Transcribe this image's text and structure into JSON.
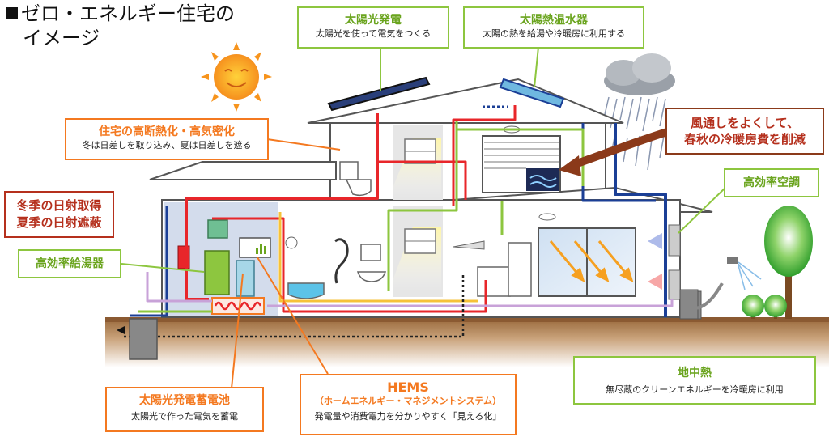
{
  "title": {
    "line1": "ゼロ・エネルギー住宅の",
    "line2": "イメージ"
  },
  "labels": {
    "solar_power": {
      "title": "太陽光発電",
      "desc": "太陽光を使って電気をつくる"
    },
    "solar_water": {
      "title": "太陽熱温水器",
      "desc": "太陽の熱を給湯や冷暖房に利用する"
    },
    "insulation": {
      "title": "住宅の高断熱化・高気密化",
      "desc": "冬は日差しを取り込み、夏は日差しを遮る"
    },
    "ventilation": {
      "line1": "風通しをよくして、",
      "line2": "春秋の冷暖房費を削減"
    },
    "sunlight": {
      "line1": "冬季の日射取得",
      "line2": "夏季の日射遮蔽"
    },
    "aircon": {
      "title": "高効率空調"
    },
    "water_heater": {
      "title": "高効率給湯器"
    },
    "geothermal": {
      "title": "地中熱",
      "desc": "無尽蔵のクリーンエネルギーを冷暖房に利用"
    },
    "hems": {
      "title": "HEMS",
      "subtitle": "（ホームエネルギー・マネジメントシステム）",
      "desc": "発電量や消費電力を分かりやすく「見える化」"
    },
    "battery": {
      "title": "太陽光発電蓄電池",
      "desc": "太陽光で作った電気を蓄電"
    }
  },
  "colors": {
    "green": "#8dc63f",
    "orange": "#f47920",
    "dark_red": "#b5301d",
    "pipe_red": "#e8262a",
    "pipe_blue": "#1b3f96",
    "pipe_yellow": "#f6c238",
    "ground": "#8b5a32"
  },
  "icons": [
    "sun-icon",
    "rain-cloud-icon",
    "wind-arrow-icon",
    "tree-icon",
    "sprinkler-icon"
  ]
}
